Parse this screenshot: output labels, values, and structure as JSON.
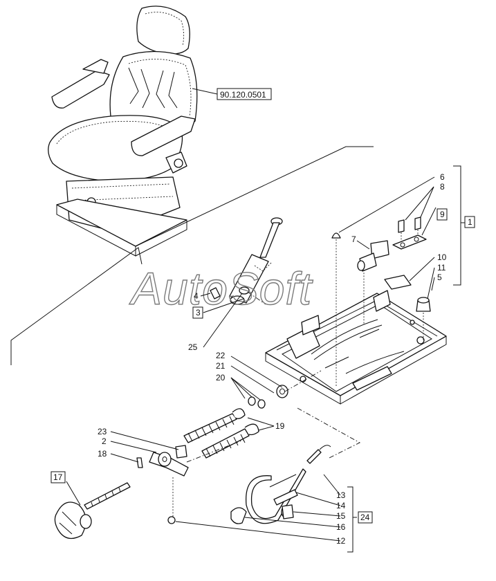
{
  "watermark": "AutoSoft",
  "references": {
    "seat_assembly": "90.120.0501"
  },
  "callouts": {
    "c1": "1",
    "c2": "2",
    "c3": "3",
    "c4": "4",
    "c5": "5",
    "c6": "6",
    "c7": "7",
    "c8": "8",
    "c9": "9",
    "c10": "10",
    "c11": "11",
    "c12": "12",
    "c13": "13",
    "c14": "14",
    "c15": "15",
    "c16": "16",
    "c17": "17",
    "c18": "18",
    "c19": "19",
    "c20": "20",
    "c21": "21",
    "c22": "22",
    "c23": "23",
    "c24": "24",
    "c25": "25"
  },
  "boxed_callouts": [
    "1",
    "3",
    "9",
    "17",
    "24"
  ]
}
